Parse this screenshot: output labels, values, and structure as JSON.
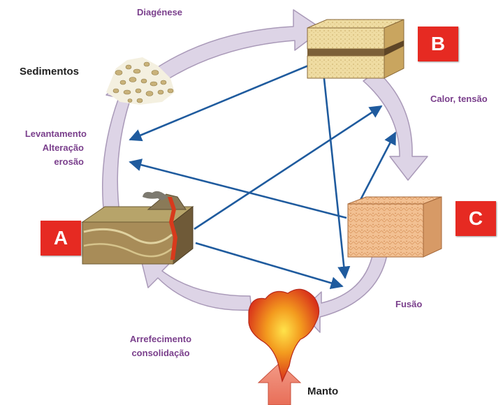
{
  "labels": {
    "diagenese": "Diagénese",
    "sedimentos": "Sedimentos",
    "levantamento": "Levantamento",
    "alteracao": "Alteração",
    "erosao": "erosão",
    "calor": "Calor, tensão",
    "fusao": "Fusão",
    "arrefecimento": "Arrefecimento",
    "consolidacao": "consolidação",
    "manto": "Manto"
  },
  "badges": {
    "a": "A",
    "b": "B",
    "c": "C"
  },
  "colors": {
    "cycle_arrow_fill": "#ddd4e6",
    "cycle_arrow_stroke": "#a999b8",
    "blue_arrow": "#1f5b9e",
    "label_purple": "#7a3f8c",
    "badge_red": "#e62a22",
    "magma": "#e8401c",
    "mantle_arrow": "#f08a78"
  },
  "icons": {
    "sedimentary": "layered-block-icon",
    "metamorphic": "foliated-block-icon",
    "igneous": "volcano-block-icon",
    "magma": "magma-blob-icon",
    "sediments": "sediment-pile-icon"
  }
}
